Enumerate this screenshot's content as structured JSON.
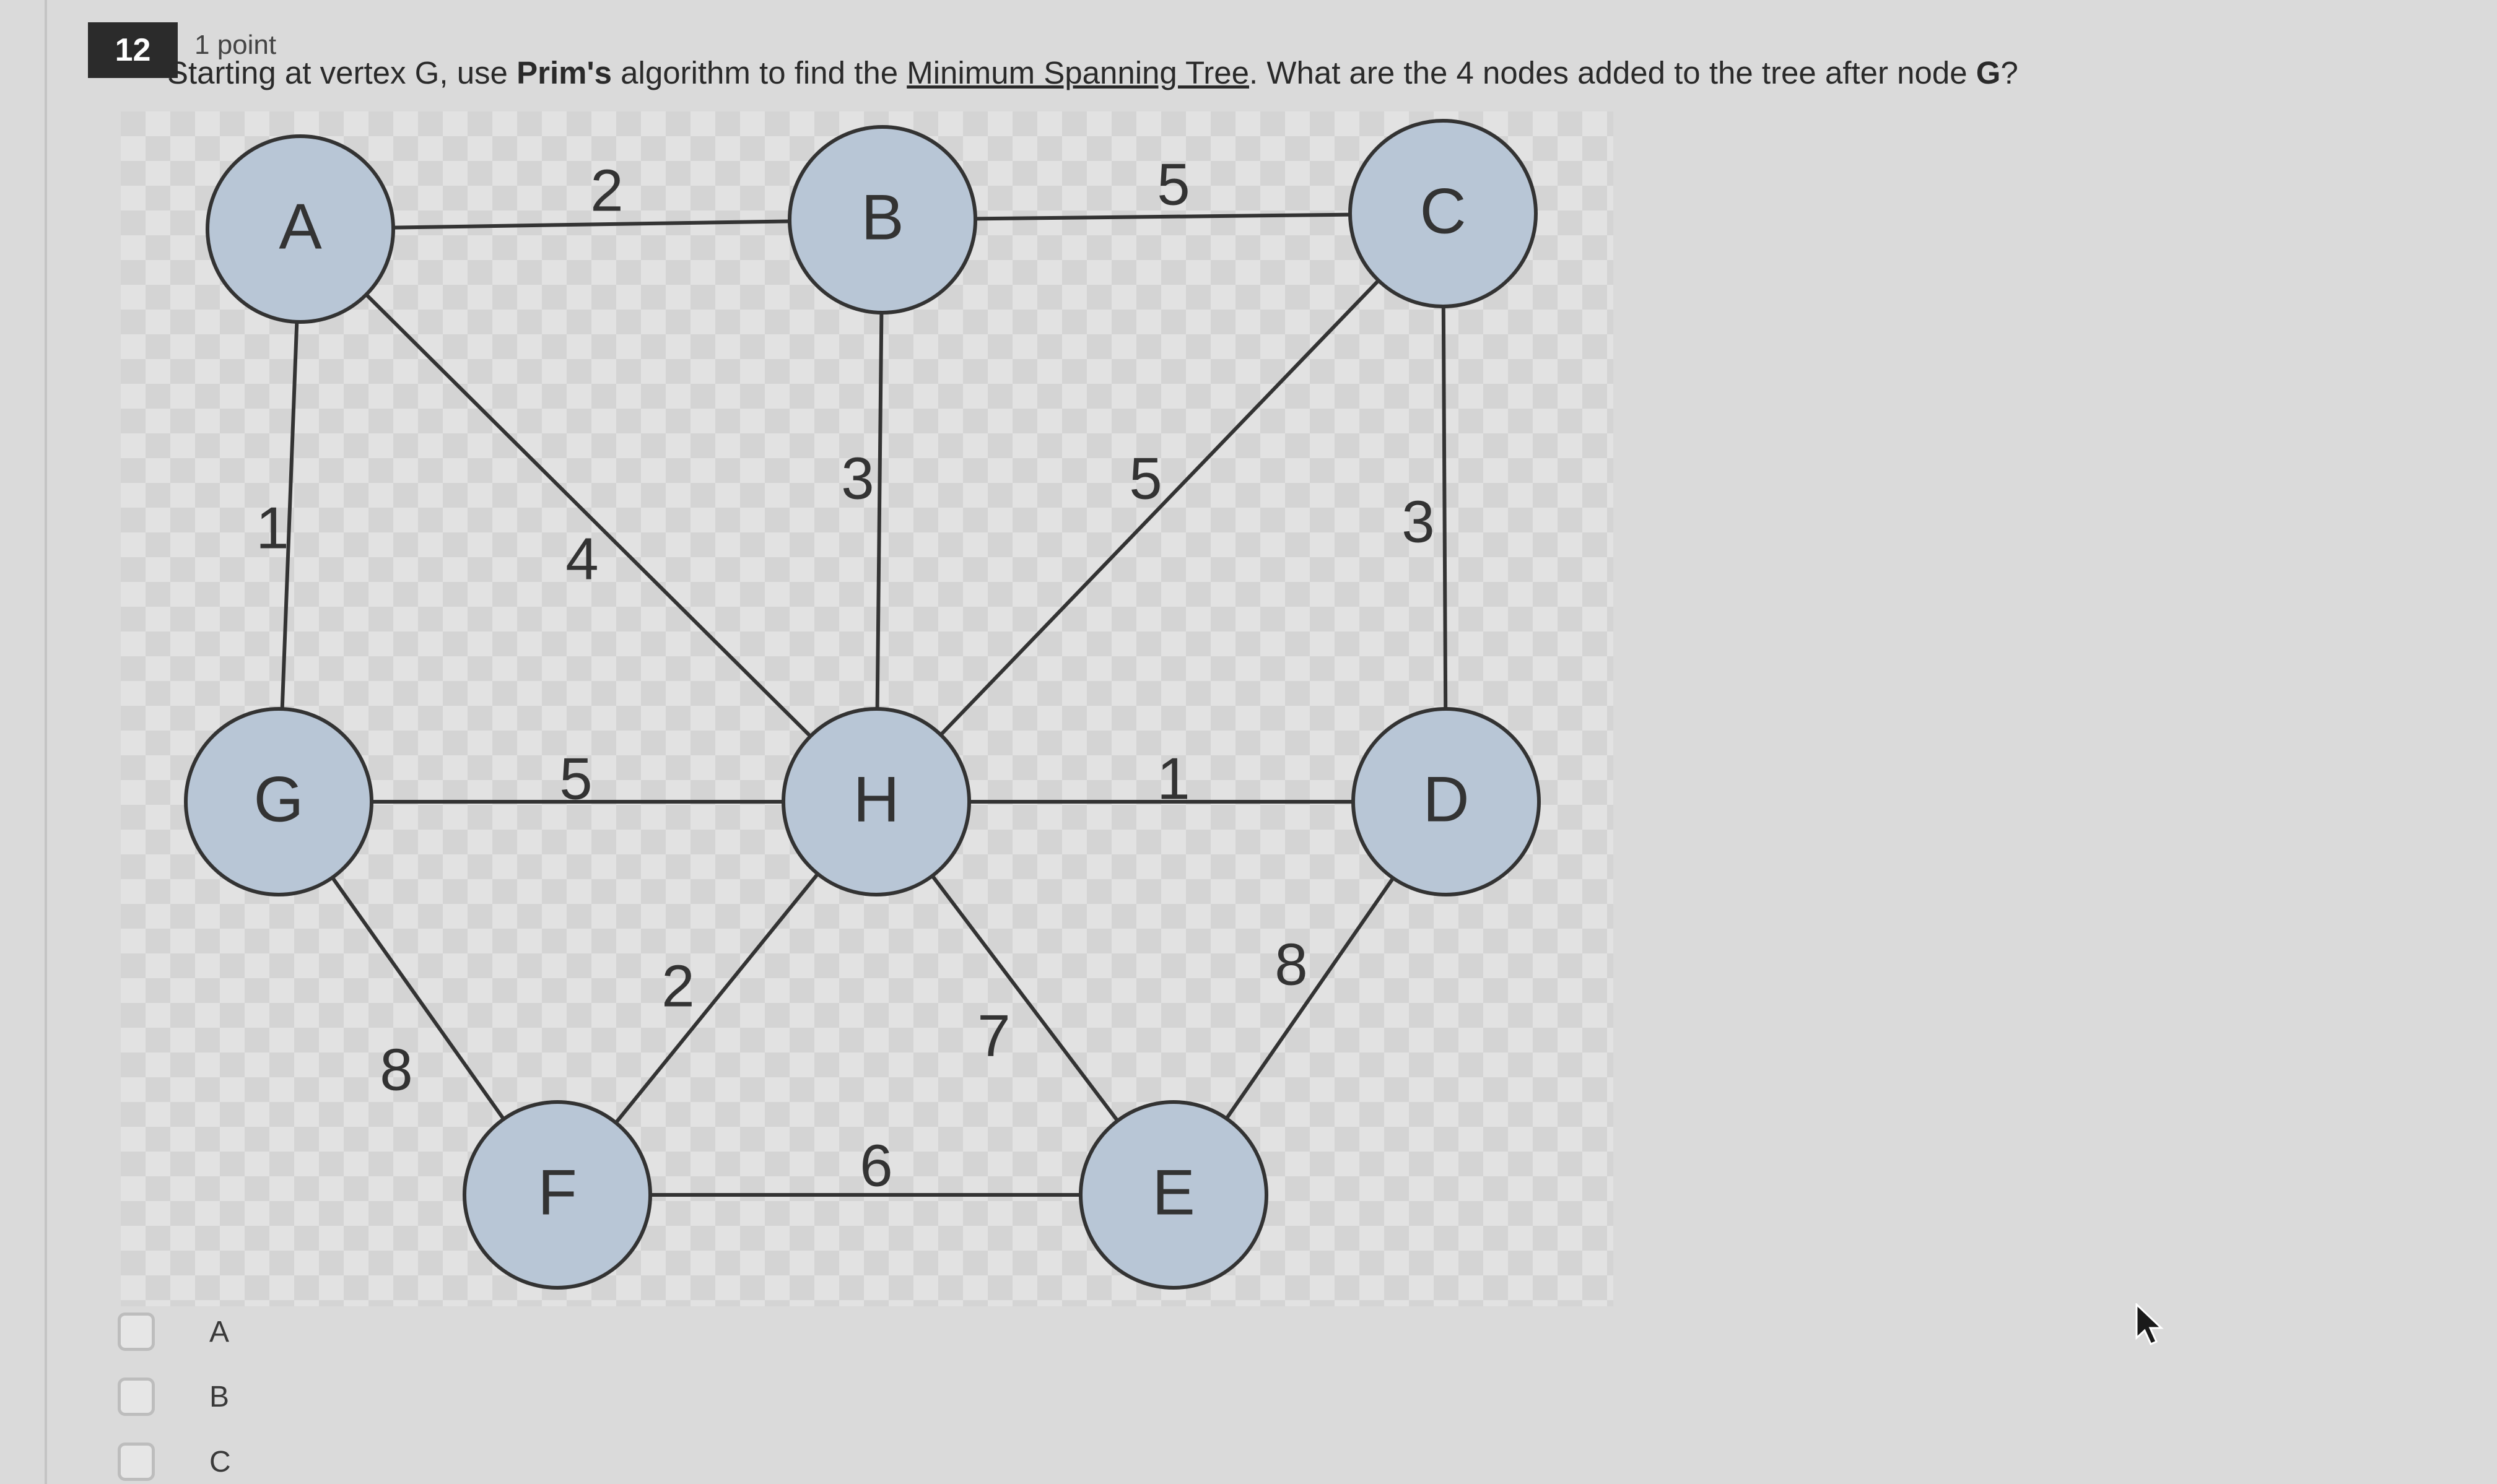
{
  "question": {
    "number": "12",
    "points": "1 point",
    "prompt_parts": [
      {
        "text": "Starting at vertex G, use ",
        "style": "normal"
      },
      {
        "text": "Prim's",
        "style": "bold"
      },
      {
        "text": " algorithm to find the ",
        "style": "normal"
      },
      {
        "text": "Minimum Spanning Tree",
        "style": "underline"
      },
      {
        "text": ". What are the 4 nodes added to the tree after node ",
        "style": "normal"
      },
      {
        "text": "G",
        "style": "bold"
      },
      {
        "text": "?",
        "style": "normal"
      }
    ]
  },
  "graph": {
    "nodes": [
      "A",
      "B",
      "C",
      "G",
      "H",
      "D",
      "F",
      "E"
    ],
    "edges": [
      {
        "from": "A",
        "to": "B",
        "weight": "2"
      },
      {
        "from": "B",
        "to": "C",
        "weight": "5"
      },
      {
        "from": "A",
        "to": "G",
        "weight": "1"
      },
      {
        "from": "A",
        "to": "H",
        "weight": "4"
      },
      {
        "from": "B",
        "to": "H",
        "weight": "3"
      },
      {
        "from": "C",
        "to": "H",
        "weight": "5"
      },
      {
        "from": "C",
        "to": "D",
        "weight": "3"
      },
      {
        "from": "G",
        "to": "H",
        "weight": "5"
      },
      {
        "from": "H",
        "to": "D",
        "weight": "1"
      },
      {
        "from": "G",
        "to": "F",
        "weight": "8"
      },
      {
        "from": "F",
        "to": "H",
        "weight": "2"
      },
      {
        "from": "H",
        "to": "E",
        "weight": "7"
      },
      {
        "from": "F",
        "to": "E",
        "weight": "6"
      },
      {
        "from": "E",
        "to": "D",
        "weight": "8"
      }
    ],
    "node_fill": "#b8c6d6",
    "node_stroke": "#333333",
    "edge_color": "#333333"
  },
  "options": [
    {
      "label": "A"
    },
    {
      "label": "B"
    },
    {
      "label": "C"
    }
  ],
  "colors": {
    "page_bg": "#dadada",
    "badge_bg": "#2b2b2b",
    "text": "#2a2a2a"
  }
}
